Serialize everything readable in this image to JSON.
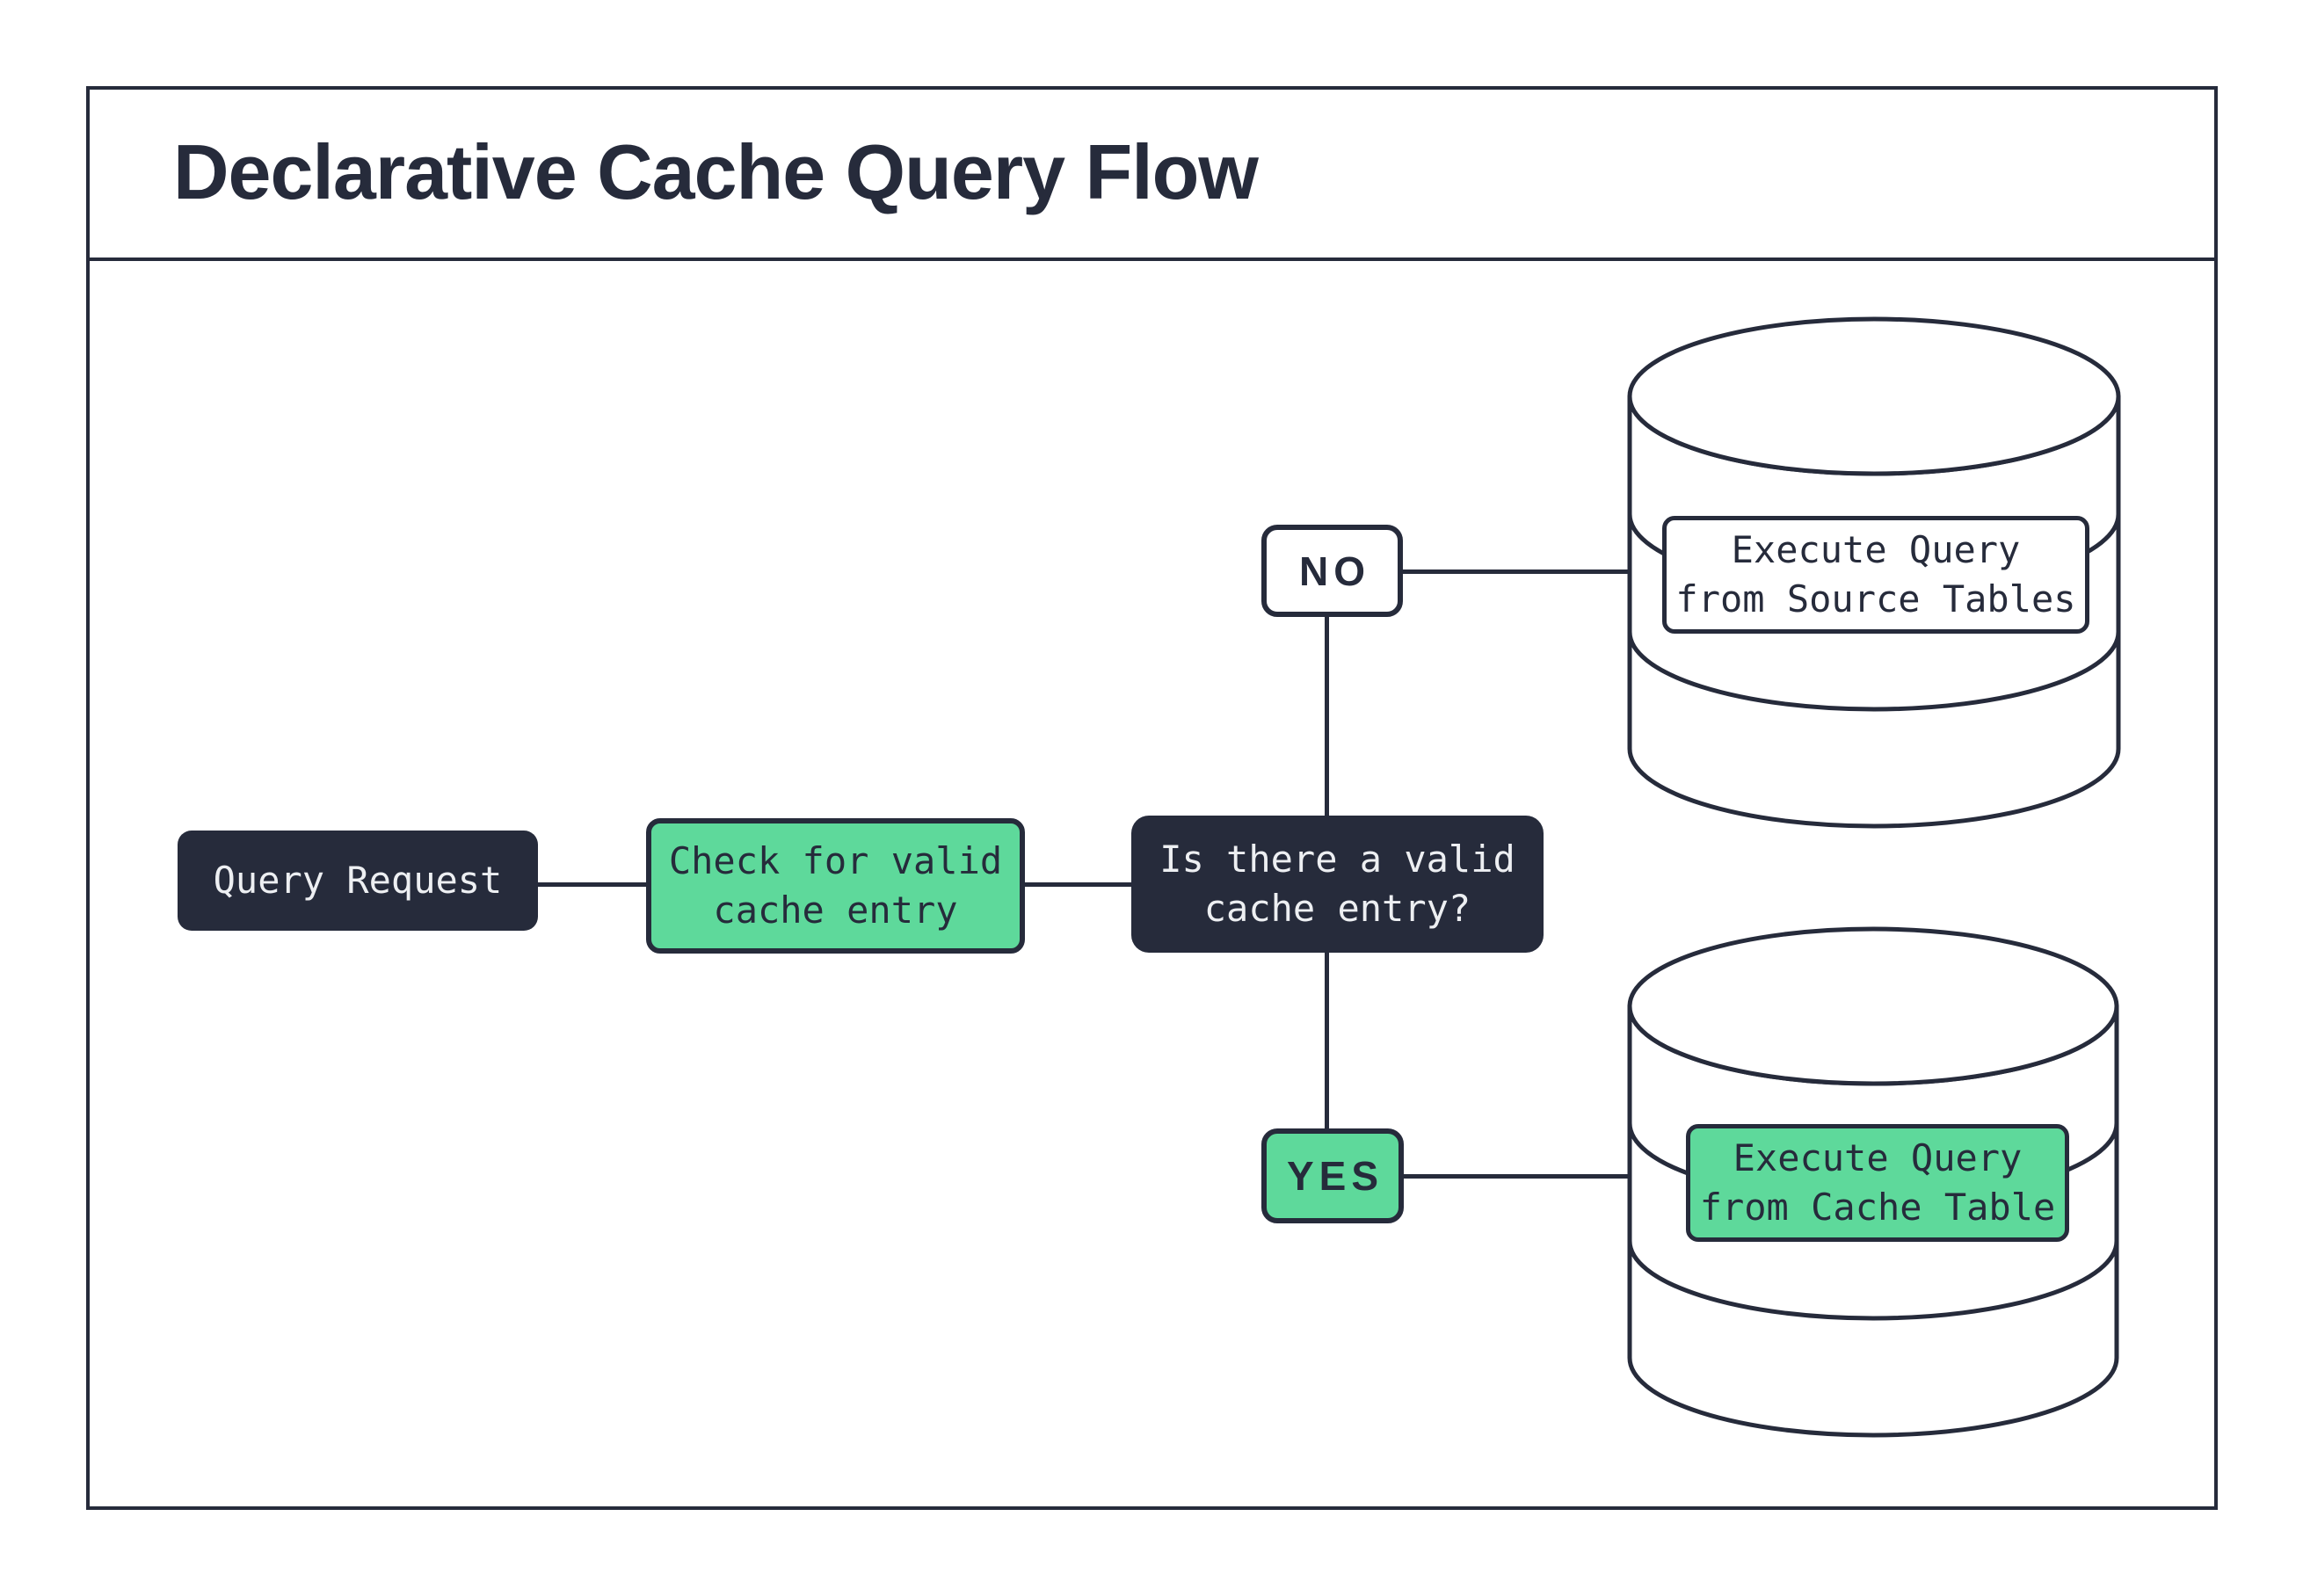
{
  "title": "Declarative Cache Query Flow",
  "colors": {
    "dark": "#262B3B",
    "green": "#5ED99B",
    "light_text": "#EDEFF2",
    "background": "#FFFFFF"
  },
  "nodes": {
    "query_request": {
      "label": "Query Request"
    },
    "check_cache": {
      "label": "Check for valid\ncache entry"
    },
    "decision": {
      "label": "Is there a valid\ncache entry?"
    },
    "no_branch": {
      "label": "NO"
    },
    "yes_branch": {
      "label": "YES"
    },
    "source_db": {
      "label": "Execute Query\nfrom Source Tables"
    },
    "cache_db": {
      "label": "Execute Query\nfrom Cache Table"
    }
  }
}
